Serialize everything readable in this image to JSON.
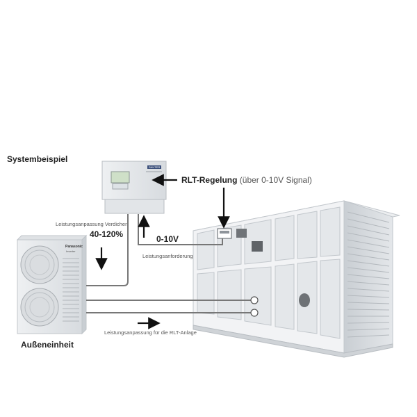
{
  "title": "Systembeispiel",
  "outdoor_unit_label": "Außeneinheit",
  "controller_brand": "SAUTER",
  "outdoor_brand": "Panasonic",
  "outdoor_sub": "Inverter",
  "rlt": {
    "strong": "RLT-Regelung",
    "normal": " (über 0-10V Signal)"
  },
  "compressor": {
    "caption": "Leistungsanpassung Verdicher",
    "range": "40-120%"
  },
  "signal": {
    "voltage": "0-10V",
    "caption": "Leistungsanforderung"
  },
  "ahu_caption": "Leistungsanpassung für die RLT-Anlage",
  "colors": {
    "line": "#777777",
    "arrow": "#111111",
    "panel": "#e6e9ec",
    "panel_edge": "#c4c9ce"
  }
}
